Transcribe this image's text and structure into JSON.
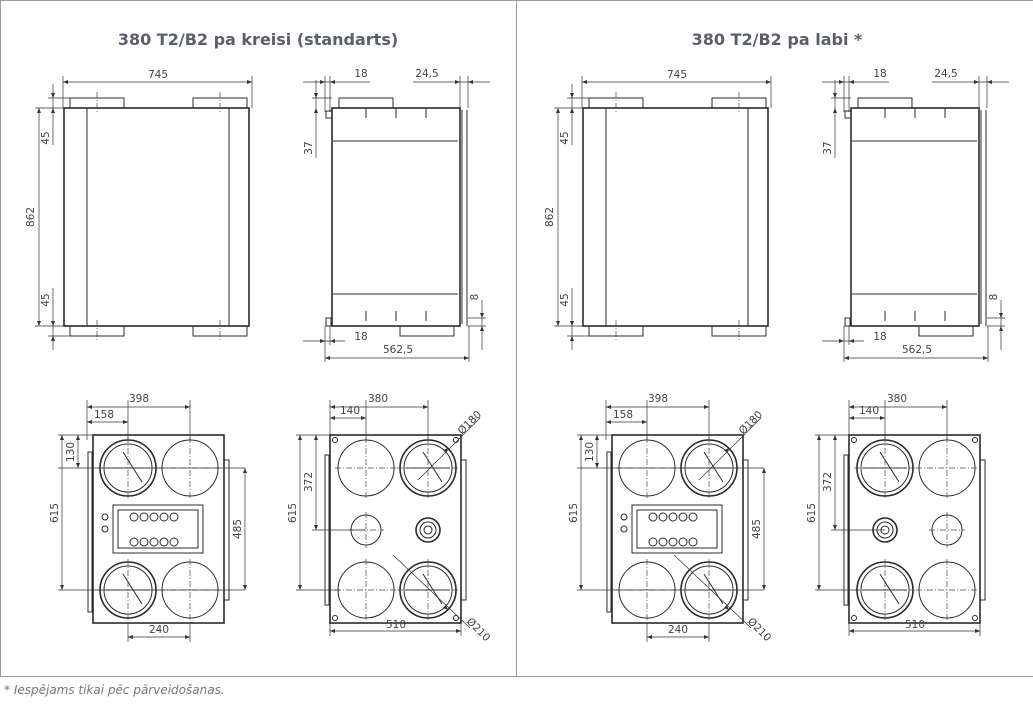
{
  "panels": [
    {
      "title": "380 T2/B2 pa kreisi (standarts)",
      "variant": "left",
      "dims": {
        "front_width": "745",
        "front_top": "45",
        "front_height": "862",
        "front_bottom": "45",
        "side_top_left": "18",
        "side_top_right": "24,5",
        "side_offset": "37",
        "side_foot": "8",
        "side_bottom_left": "18",
        "side_depth": "562,5",
        "bl_width": "398",
        "bl_offset": "158",
        "bl_top": "130",
        "bl_height": "615",
        "bl_right": "485",
        "bl_bottom": "240",
        "br_width": "380",
        "br_offset": "140",
        "br_mid": "372",
        "br_height": "615",
        "br_bottom": "510",
        "dia_small": "Ø180",
        "dia_large": "Ø210"
      }
    },
    {
      "title": "380 T2/B2 pa labi *",
      "variant": "right",
      "dims": {
        "front_width": "745",
        "front_top": "45",
        "front_height": "862",
        "front_bottom": "45",
        "side_top_left": "18",
        "side_top_right": "24,5",
        "side_offset": "37",
        "side_foot": "8",
        "side_bottom_left": "18",
        "side_depth": "562,5",
        "bl_width": "398",
        "bl_offset": "158",
        "bl_top": "130",
        "bl_height": "615",
        "bl_right": "485",
        "bl_bottom": "240",
        "br_width": "380",
        "br_offset": "140",
        "br_mid": "372",
        "br_height": "615",
        "br_bottom": "510",
        "dia_small": "Ø180",
        "dia_large": "Ø210"
      }
    }
  ],
  "footnote": "* Iespējams tikai pēc pārveidošanas."
}
